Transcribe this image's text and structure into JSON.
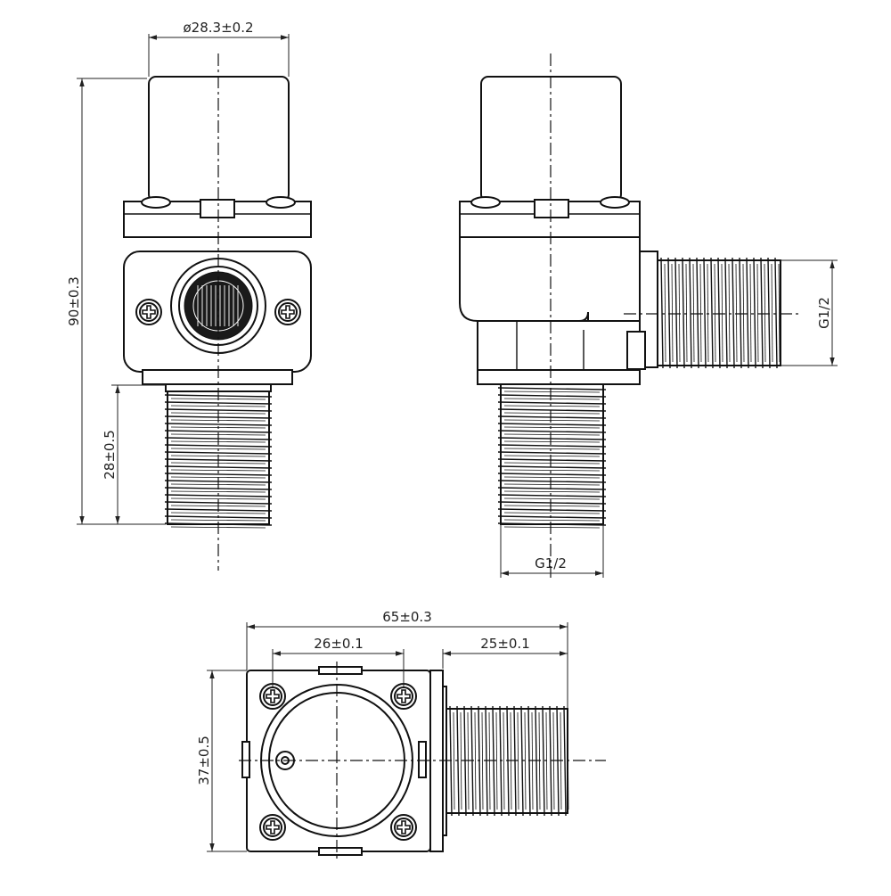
{
  "dimensions": {
    "cap_diameter": "ø28.3±0.2",
    "total_height": "90±0.3",
    "thread_length": "28±0.5",
    "side_outlet_thread": "G1/2",
    "bottom_inlet_thread": "G1/2",
    "overall_width": "65±0.3",
    "screw_spacing": "26±0.1",
    "outlet_length": "25±0.1",
    "body_height": "37±0.5"
  },
  "colors": {
    "line": "#111111",
    "background": "#ffffff"
  }
}
